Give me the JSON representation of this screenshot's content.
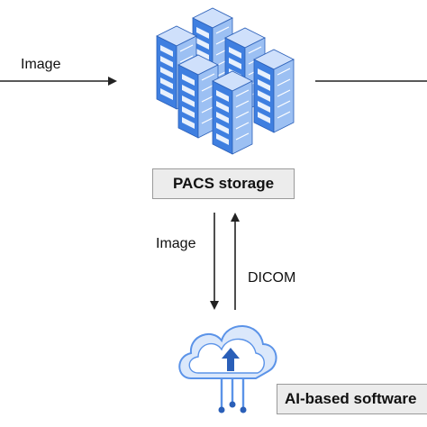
{
  "labels": {
    "image_top": "Image",
    "pacs_storage": "PACS storage",
    "image_down": "Image",
    "dicom": "DICOM",
    "ai_software": "AI-based software"
  },
  "icons": {
    "servers": "server-rack-cluster-icon",
    "cloud": "cloud-upload-icon"
  },
  "colors": {
    "server_blue": "#3f7fe0",
    "server_light": "#cfe0fb",
    "server_dark": "#2a5fb8",
    "cloud_blue": "#5b93e8",
    "cloud_light": "#dbe8fb",
    "box_bg": "#ececec"
  }
}
